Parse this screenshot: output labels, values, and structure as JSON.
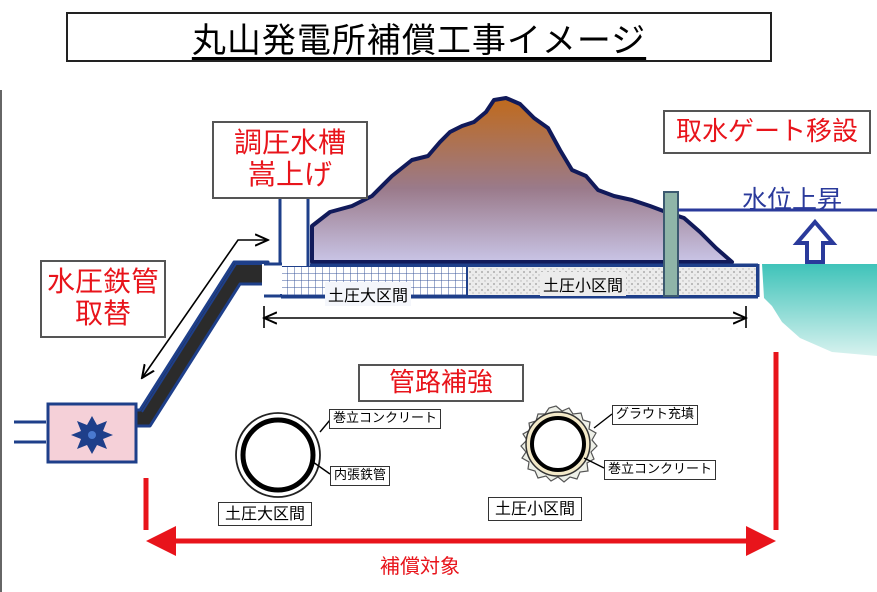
{
  "title": "丸山発電所補償工事イメージ",
  "labels": {
    "surge_tank": [
      "調圧水槽",
      "嵩上げ"
    ],
    "intake_gate": "取水ゲート移設",
    "water_level": "水位上昇",
    "penstock": [
      "水圧鉄管",
      "取替"
    ],
    "section_large": "土圧大区間",
    "section_small": "土圧小区間",
    "pipe_reinforcement": "管路補強",
    "compensation_target": "補償対象"
  },
  "cross_sections": {
    "large": {
      "caption": "土圧大区間",
      "outer_label": "巻立コンクリート",
      "inner_label": "内張鉄管"
    },
    "small": {
      "caption": "土圧小区間",
      "outer_label": "グラウト充填",
      "inner_label": "巻立コンクリート"
    }
  },
  "colors": {
    "emphasis_red": "#e8141b",
    "water_level_blue": "#2a3a9b",
    "penstock_dark": "#2b2b2b",
    "pipe_blue": "#1e3f8a",
    "reservoir_teal": "#2bb6b0",
    "turbine_pink": "#f5d0d8"
  }
}
